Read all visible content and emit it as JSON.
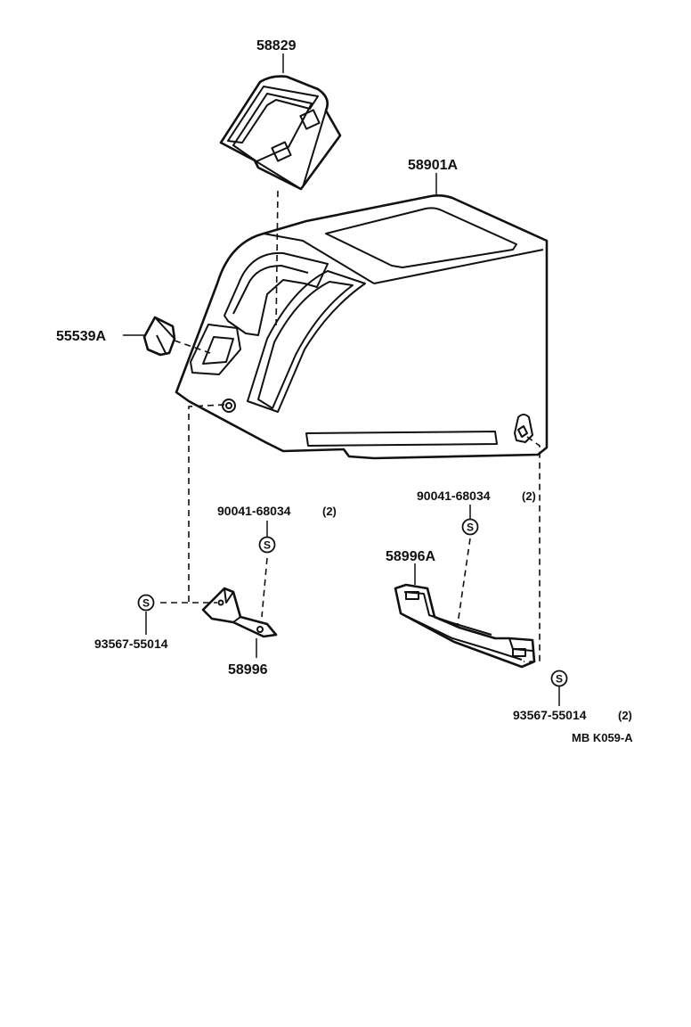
{
  "parts": {
    "p58829": "58829",
    "p58901A": "58901A",
    "p55539A": "55539A",
    "p90041_left": "90041-68034",
    "p90041_left_qty": "(2)",
    "p90041_right": "90041-68034",
    "p90041_right_qty": "(2)",
    "p58996A": "58996A",
    "p93567_left": "93567-55014",
    "p58996": "58996",
    "p93567_right": "93567-55014",
    "p93567_right_qty": "(2)"
  },
  "symbols": {
    "screw": "S"
  },
  "figure_code": "MB K059-A"
}
